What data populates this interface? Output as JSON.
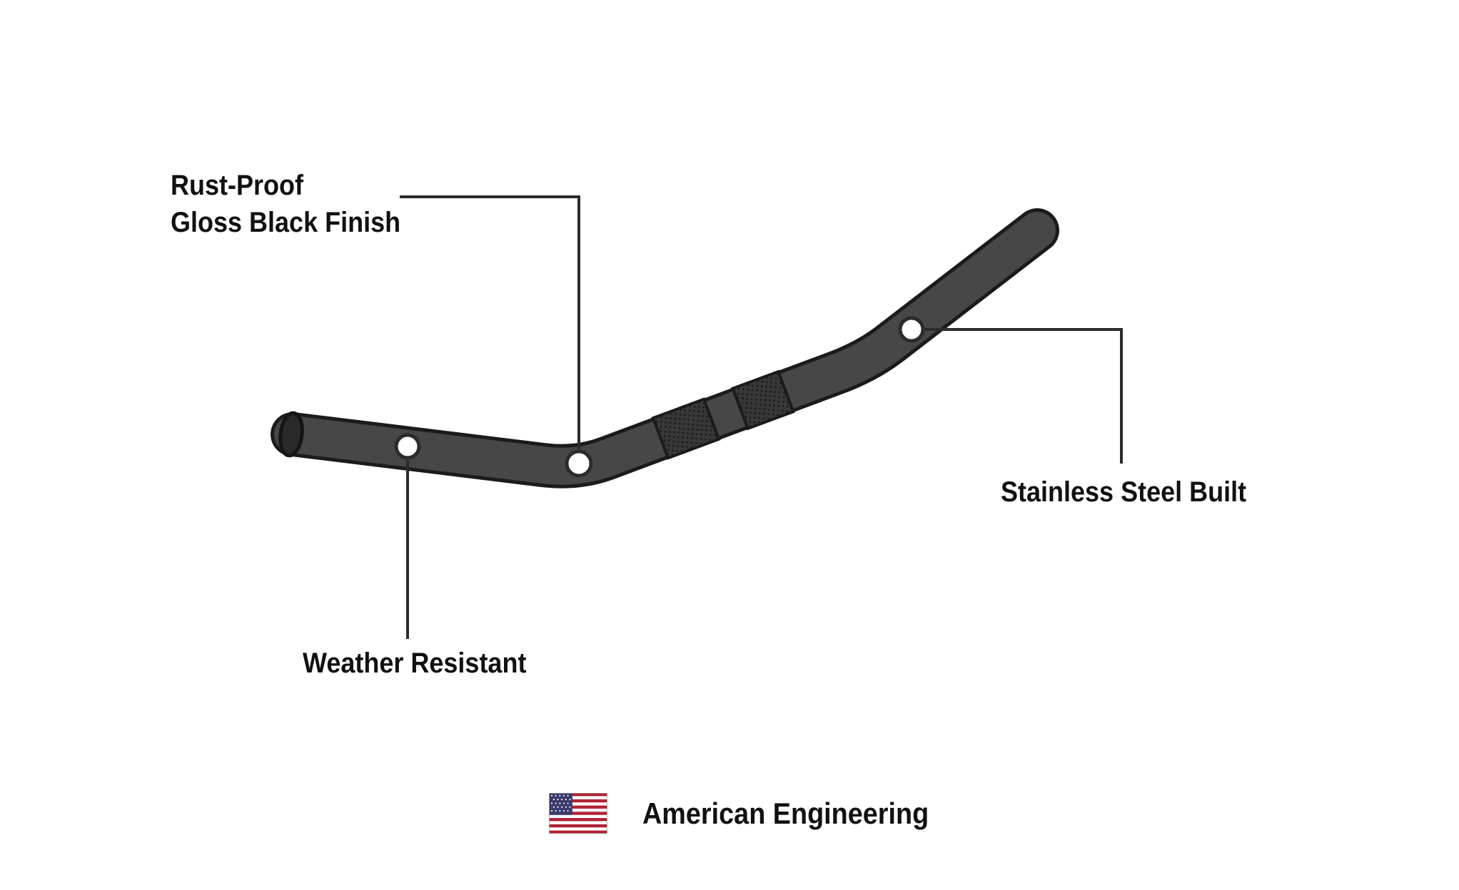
{
  "callouts": {
    "rust_proof": {
      "label": "Rust-Proof\nGloss Black Finish"
    },
    "weather": {
      "label": "Weather Resistant"
    },
    "stainless": {
      "label": "Stainless Steel Built"
    }
  },
  "footer": {
    "label": "American Engineering",
    "flag_icon": "us-flag-icon"
  },
  "colors": {
    "background": "#ffffff",
    "tube_fill": "#474747",
    "tube_outline": "#1b1b1b",
    "tube_end_cap": "#2a2a2a",
    "knurl_fill": "#383838",
    "knurl_dot": "#1c1c1c",
    "callout_line": "#2b2b2b",
    "marker_fill": "#ffffff",
    "text": "#111111",
    "flag_red": "#b22234",
    "flag_blue": "#3c3b6e",
    "flag_white": "#ffffff"
  }
}
